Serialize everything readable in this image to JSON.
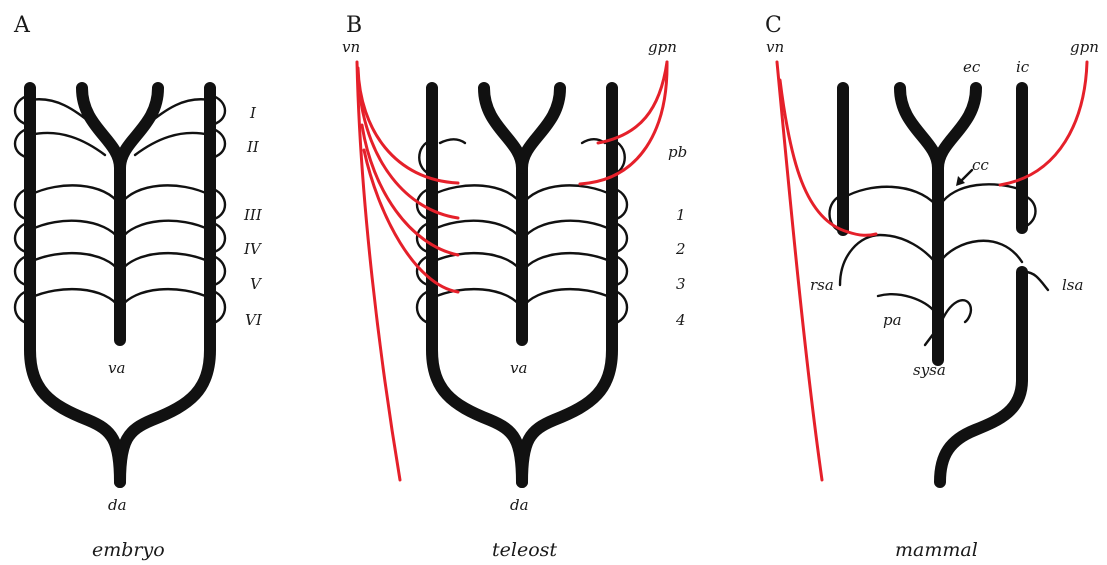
{
  "panels": {
    "A": {
      "letter": "A",
      "caption": "embryo",
      "arch_labels": [
        "I",
        "II",
        "III",
        "IV",
        "V",
        "VI"
      ],
      "va": "va",
      "da": "da"
    },
    "B": {
      "letter": "B",
      "caption": "teleost",
      "vn": "vn",
      "gpn": "gpn",
      "pb": "pb",
      "arch_labels": [
        "1",
        "2",
        "3",
        "4"
      ],
      "va": "va",
      "da": "da"
    },
    "C": {
      "letter": "C",
      "caption": "mammal",
      "vn": "vn",
      "gpn": "gpn",
      "ec": "ec",
      "ic": "ic",
      "cc": "cc",
      "rsa": "rsa",
      "lsa": "lsa",
      "pa": "pa",
      "sysa": "sysa"
    }
  },
  "colors": {
    "vessel": "#111111",
    "nerve": "#e5202a",
    "background": "#ffffff"
  }
}
